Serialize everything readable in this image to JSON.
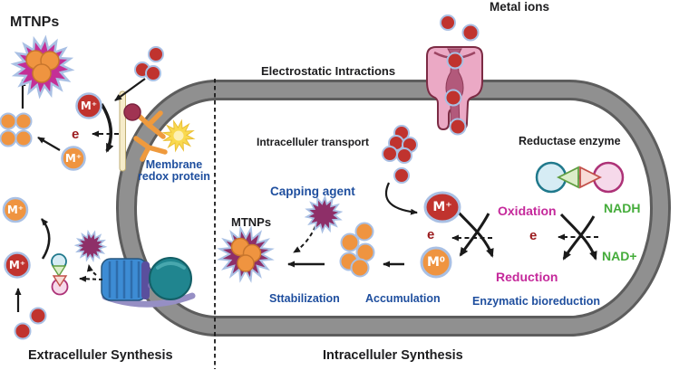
{
  "membrane_zone": {
    "electrostatic_label": "Electrostatic Intractions",
    "metal_ions_label": "Metal ions"
  },
  "extracellular": {
    "mtnps_label": "MTNPs",
    "membrane_redox_label": "Membrane redox protein",
    "electron": "e",
    "synthesis_label": "Extracelluler Synthesis"
  },
  "intracellular": {
    "transport_label": "Intracelluler transport",
    "capping_label": "Capping agent",
    "mtnps_label": "MTNPs",
    "sttabilization_label": "Sttabilization",
    "accumulation_label": "Accumulation",
    "enzymatic_label": "Enzymatic bioreduction",
    "oxidation_label": "Oxidation",
    "reduction_label": "Reduction",
    "nadh_label": "NADH",
    "nad_label": "NAD+",
    "reductase_label": "Reductase enzyme",
    "electron": "e",
    "synthesis_label": "Intracelluler Synthesis"
  },
  "ion_labels": {
    "m_plus": "M⁺",
    "m_zero": "M⁰"
  },
  "colors": {
    "ion_red": "#c0332e",
    "ion_orange": "#ef9440",
    "ion_outline_periwinkle": "#a9c0e4",
    "mtnp_star_magenta": "#c42f96",
    "capping_star_purple": "#8e2f68",
    "label_blue": "#1e4e9e",
    "label_magenta": "#c5299b",
    "label_green": "#44ac3a",
    "electron_dark_red": "#9b1b1e",
    "membrane_gray": "#909090",
    "membrane_edge_gray": "#5d5d5d",
    "channel_pink": "#eba9c5",
    "pump_blue": "#3d8cd4",
    "pump_teal": "#20858f",
    "redox_protein_orange": "#ef9a3d",
    "burst_yellow": "#f9d94e"
  }
}
